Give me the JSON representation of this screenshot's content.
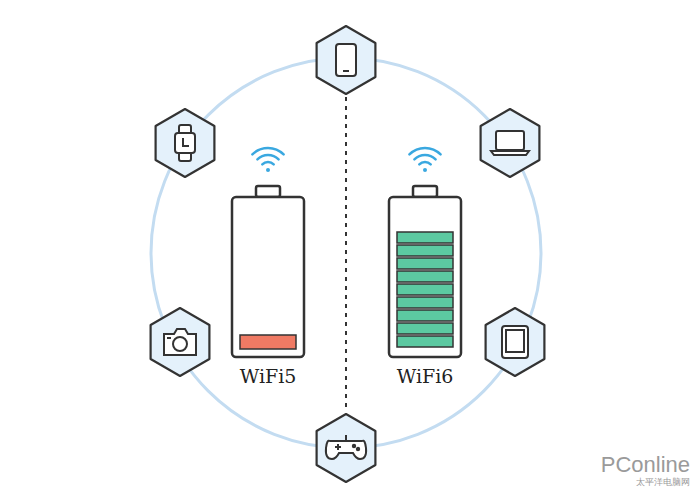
{
  "diagram": {
    "labels": [
      "WiFi5",
      "WiFi6",
      "PConline",
      "太平洋电脑网"
    ]
  }
}
